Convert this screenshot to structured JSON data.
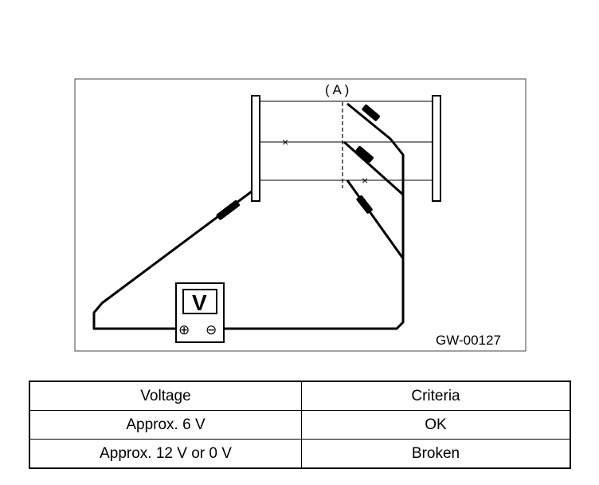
{
  "diagram": {
    "connector_label": "( A )",
    "figure_code": "GW-00127",
    "meter_label": "V",
    "plus_symbol": "⊕",
    "minus_symbol": "⊖",
    "break_mark": "×"
  },
  "table": {
    "headers": [
      "Voltage",
      "Criteria"
    ],
    "rows": [
      [
        "Approx. 6 V",
        "OK"
      ],
      [
        "Approx. 12 V or 0 V",
        "Broken"
      ]
    ]
  }
}
